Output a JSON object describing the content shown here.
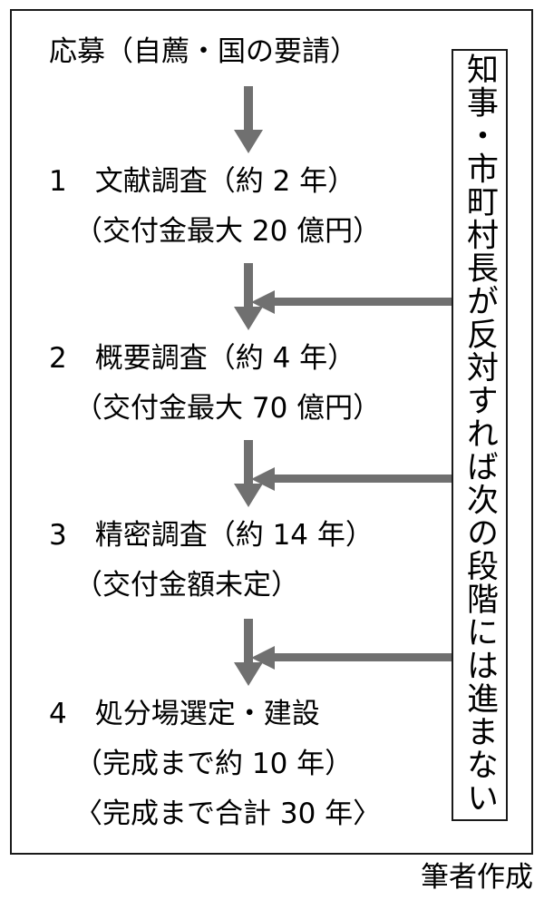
{
  "diagram": {
    "title_line": "応募（自薦・国の要請）",
    "steps": [
      {
        "number": "1",
        "name": "文献調査",
        "duration": "（約 2 年）",
        "heading": "1　文献調査（約 2 年）",
        "detail": "（交付金最大 20 億円）"
      },
      {
        "number": "2",
        "name": "概要調査",
        "duration": "（約 4 年）",
        "heading": "2　概要調査（約 4 年）",
        "detail": "（交付金最大 70 億円）"
      },
      {
        "number": "3",
        "name": "精密調査",
        "duration": "（約 14 年）",
        "heading": "3　精密調査（約 14 年）",
        "detail": "（交付金額未定）"
      },
      {
        "number": "4",
        "name": "処分場選定・建設",
        "duration": "",
        "heading": "4　処分場選定・建設",
        "detail": "（完成まで約 10 年）",
        "detail2": "〈完成まで合計 30 年〉"
      }
    ],
    "veto_note": "知事・市町村長が反対すれば次の段階には進まない",
    "caption": "筆者作成",
    "colors": {
      "arrow": "#707070",
      "border": "#1a1a1a",
      "text": "#000000",
      "background": "#ffffff"
    }
  },
  "chart_data": {
    "type": "diagram",
    "title": "応募（自薦・国の要請）",
    "flow_direction": "top-to-bottom",
    "nodes": [
      {
        "id": "entry",
        "label": "応募（自薦・国の要請）",
        "step": null
      },
      {
        "id": "step1",
        "label": "1　文献調査（約 2 年）（交付金最大 20 億円）",
        "step": 1,
        "years": 2,
        "grant_max_oku_yen": 20
      },
      {
        "id": "step2",
        "label": "2　概要調査（約 4 年）（交付金最大 70 億円）",
        "step": 2,
        "years": 4,
        "grant_max_oku_yen": 70
      },
      {
        "id": "step3",
        "label": "3　精密調査（約 14 年）（交付金額未定）",
        "step": 3,
        "years": 14,
        "grant_max_oku_yen": null
      },
      {
        "id": "step4",
        "label": "4　処分場選定・建設（完成まで約 10 年）〈完成まで合計 30 年〉",
        "step": 4,
        "years": 10,
        "cumulative_years": 30
      }
    ],
    "edges": [
      {
        "from": "entry",
        "to": "step1",
        "type": "down-arrow"
      },
      {
        "from": "step1",
        "to": "step2",
        "type": "down-arrow"
      },
      {
        "from": "step2",
        "to": "step3",
        "type": "down-arrow"
      },
      {
        "from": "step3",
        "to": "step4",
        "type": "down-arrow"
      },
      {
        "from": "veto-note",
        "to": "step1-to-step2",
        "type": "left-arrow"
      },
      {
        "from": "veto-note",
        "to": "step2-to-step3",
        "type": "left-arrow"
      },
      {
        "from": "veto-note",
        "to": "step3-to-step4",
        "type": "left-arrow"
      }
    ],
    "annotation": "知事・市町村長が反対すれば次の段階には進まない",
    "source": "筆者作成"
  }
}
